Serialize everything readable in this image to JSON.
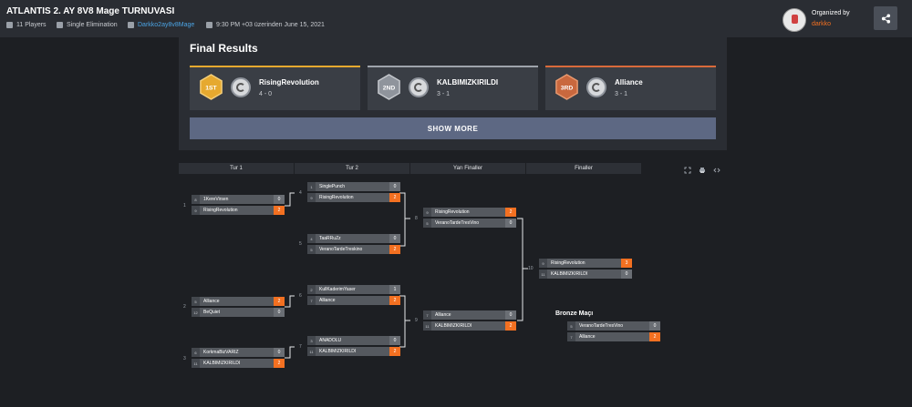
{
  "header": {
    "title": "ATLANTIS 2. AY 8V8 Mage TURNUVASI",
    "players": "11 Players",
    "format": "Single Elimination",
    "game_link": "Darkko2ay8v8Mage",
    "date": "9:30 PM +03 üzerinden June 15, 2021",
    "organized_by_label": "Organized by",
    "organizer": "darkko"
  },
  "results": {
    "title": "Final Results",
    "show_more": "SHOW MORE",
    "cards": [
      {
        "place": "1ST",
        "team": "RisingRevolution",
        "score": "4 - 0",
        "color": "#e6a92f"
      },
      {
        "place": "2ND",
        "team": "KALBIMIZKIRILDI",
        "score": "3 - 1",
        "color": "#9ea3ab"
      },
      {
        "place": "3RD",
        "team": "Alliance",
        "score": "3 - 1",
        "color": "#d96a3b"
      }
    ]
  },
  "rounds": [
    "Tur 1",
    "Tur 2",
    "Yarı Finaller",
    "Finaller"
  ],
  "bronze_title": "Bronze Maçı",
  "matches": {
    "m1": {
      "num": "1",
      "rows": [
        {
          "seed": "8",
          "team": "1KereVirsen",
          "score": "0",
          "win": false
        },
        {
          "seed": "9",
          "team": "RisingRevolution",
          "score": "2",
          "win": true
        }
      ]
    },
    "m2": {
      "num": "2",
      "rows": [
        {
          "seed": "5",
          "team": "Alliance",
          "score": "2",
          "win": true
        },
        {
          "seed": "12",
          "team": "BeQuiet",
          "score": "0",
          "win": false
        }
      ]
    },
    "m3": {
      "num": "3",
      "rows": [
        {
          "seed": "6",
          "team": "KorkmaBizVARIZ",
          "score": "0",
          "win": false
        },
        {
          "seed": "11",
          "team": "KALBIMIZKIRILDI",
          "score": "2",
          "win": true
        }
      ]
    },
    "m4": {
      "num": "4",
      "rows": [
        {
          "seed": "1",
          "team": "SinglePunch",
          "score": "0",
          "win": false
        },
        {
          "seed": "9",
          "team": "RisingRevolution",
          "score": "2",
          "win": true
        }
      ]
    },
    "m5": {
      "num": "5",
      "rows": [
        {
          "seed": "4",
          "team": "TaaRRuZz",
          "score": "0",
          "win": false
        },
        {
          "seed": "5",
          "team": "VeranoTardeTreskino",
          "score": "2",
          "win": true
        }
      ]
    },
    "m6": {
      "num": "6",
      "rows": [
        {
          "seed": "2",
          "team": "KullKaderimYaser",
          "score": "1",
          "win": false
        },
        {
          "seed": "7",
          "team": "Alliance",
          "score": "2",
          "win": true
        }
      ]
    },
    "m7": {
      "num": "7",
      "rows": [
        {
          "seed": "3",
          "team": "ANADOLU",
          "score": "0",
          "win": false
        },
        {
          "seed": "11",
          "team": "KALBIMIZKIRILDI",
          "score": "2",
          "win": true
        }
      ]
    },
    "m8": {
      "num": "8",
      "rows": [
        {
          "seed": "9",
          "team": "RisingRevolution",
          "score": "2",
          "win": true
        },
        {
          "seed": "5",
          "team": "VeranoTardeTresVino",
          "score": "0",
          "win": false
        }
      ]
    },
    "m9": {
      "num": "9",
      "rows": [
        {
          "seed": "7",
          "team": "Alliance",
          "score": "0",
          "win": false
        },
        {
          "seed": "11",
          "team": "KALBIMIZKIRILDI",
          "score": "2",
          "win": true
        }
      ]
    },
    "m10": {
      "num": "10",
      "rows": [
        {
          "seed": "9",
          "team": "RisingRevolution",
          "score": "3",
          "win": true
        },
        {
          "seed": "11",
          "team": "KALBIMIZKIRILDI",
          "score": "0",
          "win": false
        }
      ]
    },
    "bronze": {
      "num": "",
      "rows": [
        {
          "seed": "5",
          "team": "VeranoTardeTresVino",
          "score": "0",
          "win": false
        },
        {
          "seed": "7",
          "team": "Alliance",
          "score": "2",
          "win": true
        }
      ]
    }
  }
}
